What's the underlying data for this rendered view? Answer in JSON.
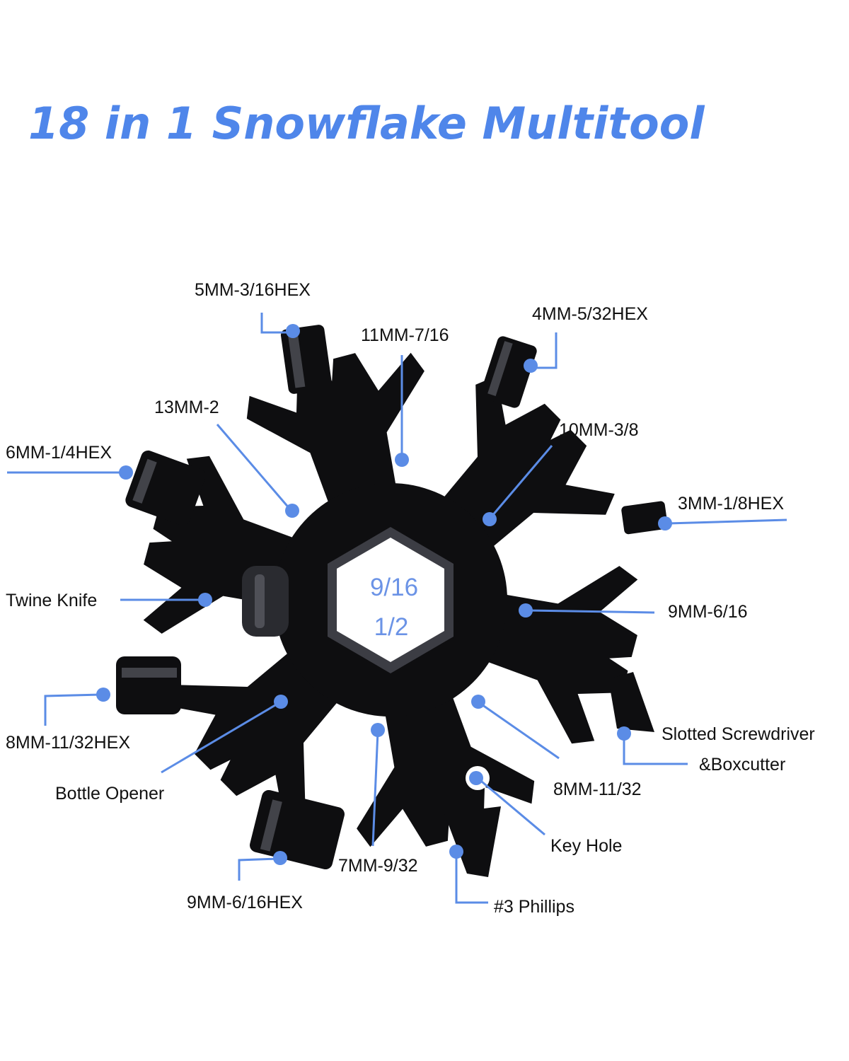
{
  "title": "18 in 1 Snowflake Multitool",
  "colors": {
    "accent": "#4f86ea",
    "leader": "#5b8ce6",
    "tool": "#0e0e10",
    "text": "#111111"
  },
  "center_labels": [
    "9/16",
    "1/2"
  ],
  "callouts": [
    "5MM-3/16HEX",
    "4MM-5/32HEX",
    "11MM-7/16",
    "13MM-2",
    "10MM-3/8",
    "6MM-1/4HEX",
    "3MM-1/8HEX",
    "Twine Knife",
    "9MM-6/16",
    "8MM-11/32HEX",
    "Slotted Screwdriver",
    "&Boxcutter",
    "Bottle Opener",
    "8MM-11/32",
    "Key Hole",
    "7MM-9/32",
    "9MM-6/16HEX",
    "#3 Phillips"
  ]
}
